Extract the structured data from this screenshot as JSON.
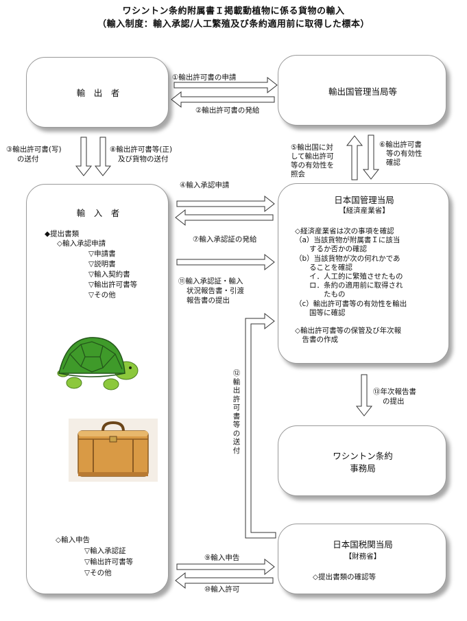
{
  "title": {
    "line1": "ワシントン条約附属書Ｉ掲載動植物に係る貨物の輸入",
    "line2": "（輸入制度：輸入承認/人工繁殖及び条約適用前に取得した標本）"
  },
  "boxes": {
    "exporter": "輸　出　者",
    "export_authority": "輸出国管理当局等",
    "importer": "輸　入　者",
    "japan_authority": {
      "title": "日本国管理当局",
      "subtitle": "【経済産業省】"
    },
    "cites_secretariat": {
      "line1": "ワシントン条約",
      "line2": "事務局"
    },
    "customs": {
      "title": "日本国税関当局",
      "subtitle": "【財務省】",
      "note": "◇提出書類の確認等"
    }
  },
  "importer_docs": {
    "heading": "◆提出書類",
    "sub": "◇輸入承認申請",
    "items": [
      "▽申請書",
      "▽説明書",
      "▽輸入契約書",
      "▽輸出許可書等",
      "▽その他"
    ]
  },
  "importer_declaration": {
    "heading": "◇輸入申告",
    "items": [
      "▽輸入承認証",
      "▽輸出許可書等",
      "▽その他"
    ]
  },
  "authority_checks": [
    "◇経済産業省は次の事項を確認",
    "（a）当該貨物が附属書Ｉに該当",
    "　　するか否かの確認",
    "（b）当該貨物が次の何れかであ",
    "　　ることを確認",
    "　　イ．人工的に繁殖させたもの",
    "　　ロ．条約の適用前に取得され",
    "　　　　たもの",
    "（c）輸出許可書等の有効性を輸出",
    "　　国等に確認",
    "",
    "◇輸出許可書等の保管及び年次報",
    "　告書の作成"
  ],
  "flows": {
    "f1": "①輸出許可書の申請",
    "f2": "②輸出許可書の発給",
    "f3": [
      "③輸出許可書(写)",
      "の送付"
    ],
    "f8": [
      "⑧輸出許可書等(正)",
      "及び貨物の送付"
    ],
    "f5": [
      "⑤輸出国に対",
      "して輸出許可",
      "等の有効性を",
      "照会"
    ],
    "f6": [
      "⑥輸出許可書",
      "等の有効性",
      "確認"
    ],
    "f4": "④輸入承認申請",
    "f7": "⑦輸入承認証の発給",
    "f11": [
      "⑪輸入承認証・輸入",
      "状況報告書・引渡",
      "報告書の提出"
    ],
    "f12": "⑫輸出許可書等の送付",
    "f13": [
      "⑬年次報告書",
      "の提出"
    ],
    "f9": "⑨輸入申告",
    "f10": "⑩輸入許可"
  },
  "colors": {
    "turtle_shell": "#3f9a2a",
    "turtle_skin": "#8cc83c",
    "suitcase": "#d99a45",
    "arrow_stroke": "#333333"
  },
  "icons": [
    "turtle-illustration",
    "suitcase-illustration"
  ]
}
